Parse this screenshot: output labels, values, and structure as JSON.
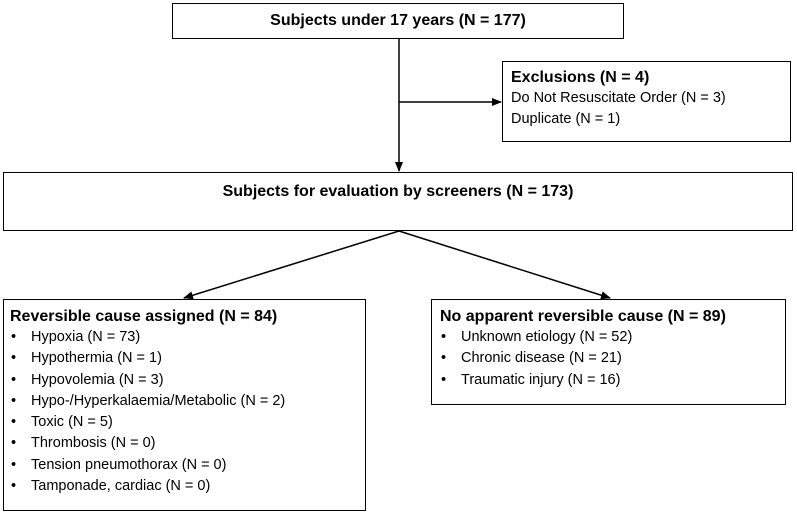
{
  "flowchart": {
    "top_box": {
      "title": "Subjects under 17 years (N = 177)"
    },
    "exclusions_box": {
      "title": "Exclusions (N = 4)",
      "lines": [
        "Do Not Resuscitate Order (N = 3)",
        "Duplicate (N = 1)"
      ]
    },
    "evaluation_box": {
      "title": "Subjects for evaluation by screeners (N = 173)"
    },
    "reversible_box": {
      "title": "Reversible cause assigned (N = 84)",
      "items": [
        "Hypoxia (N = 73)",
        "Hypothermia (N = 1)",
        "Hypovolemia (N = 3)",
        "Hypo-/Hyperkalaemia/Metabolic (N = 2)",
        "Toxic (N = 5)",
        "Thrombosis (N = 0)",
        "Tension pneumothorax (N = 0)",
        "Tamponade, cardiac (N = 0)"
      ]
    },
    "no_reversible_box": {
      "title": "No apparent reversible cause (N = 89)",
      "items": [
        "Unknown etiology (N = 52)",
        "Chronic disease (N = 21)",
        "Traumatic injury (N = 16)"
      ]
    }
  }
}
